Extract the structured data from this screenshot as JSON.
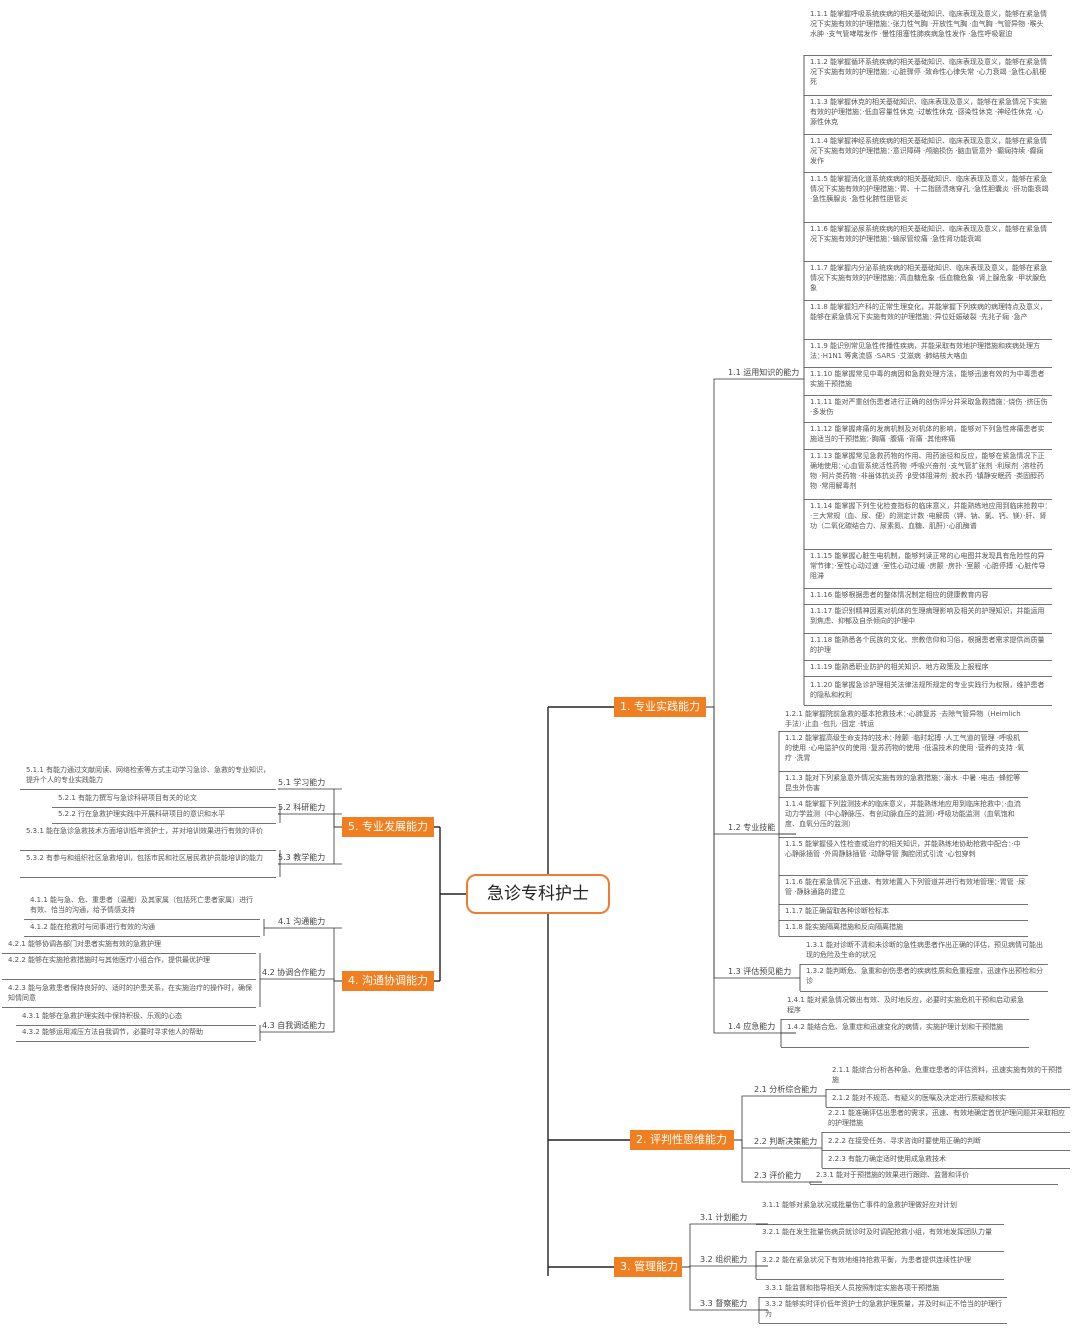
{
  "root": {
    "label": "急诊专科护士"
  },
  "branches": [
    {
      "label": "1. 专业实践能力",
      "children": [
        {
          "label": "1.1 运用知识的能力",
          "children": [
            "1.1.1 能掌握呼吸系统疾病的相关基础知识、临床表现及意义，能够在紧急情况下实施有效的护理措施：·张力性气胸 ·开放性气胸 ·血气胸 ·气管异物 ·喉头水肿 ·支气管哮喘发作 ·慢性阻塞性肺疾病急性发作 ·急性呼吸窘迫",
            "1.1.2 能掌握循环系统疾病的相关基础知识、临床表现及意义，能够在紧急情况下实施有效的护理措施：·心脏骤停 ·致命性心律失常 ·心力衰竭 ·急性心肌梗死",
            "1.1.3 能掌握休克的相关基础知识、临床表现及意义，能够在紧急情况下实施有效的护理措施：·低血容量性休克 ·过敏性休克 ·感染性休克 ·神经性休克 ·心源性休克",
            "1.1.4 能掌握神经系统疾病的相关基础知识、临床表现及意义，能够在紧急情况下实施有效的护理措施：·意识障碍 ·颅脑损伤 ·脑血管意外 ·癫痫持续 ·癫痫发作",
            "1.1.5 能掌握消化道系统疾病的相关基础知识、临床表现及意义，能够在紧急情况下实施有效的护理措施：·胃、十二指肠溃疡穿孔 ·急性胆囊炎 ·肝功能衰竭 ·急性胰腺炎 ·急性化脓性胆管炎",
            "1.1.6 能掌握泌尿系统疾病的相关基础知识、临床表现及意义，能够在紧急情况下实施有效的护理措施：·输尿管绞痛 ·急性肾功能衰竭",
            "1.1.7 能掌握内分泌系统疾病的相关基础知识、临床表现及意义，能够在紧急情况下实施有效的护理措施：·高血糖危象 ·低血糖危象 ·肾上腺危象 ·甲状腺危象",
            "1.1.8 能掌握妇产科的正常生理变化，并能掌握下列疾病的病理特点及意义，能够在紧急情况下实施有效的护理措施：·异位妊娠破裂 ·先兆子痫 ·急产",
            "1.1.9 能识别常见急性传播性疾病，并能采取有效地护理措施和疾病处理方法：·H1N1 等禽流感 ·SARS ·艾滋病 ·肺结核大咯血",
            "1.1.10 能掌握常见中毒的病因和急救处理方法，能够迅速有效的为中毒患者实施干预措施",
            "1.1.11 能对严重创伤患者进行正确的创伤评分并采取急救措施：·烧伤 ·挤压伤 ·多发伤",
            "1.1.12 能掌握疼痛的发病机制及对机体的影响，能够对下列急性疼痛患者实施适当的干预措施：·胸痛 ·腹痛 ·背痛 ·其他疼痛",
            "1.1.13 能掌握常见急救药物的作用、用药途径和反应，能够在紧急情况下正确地使用：·心血管系统活性药物 ·呼吸兴奋剂 ·支气管扩张剂 ·利尿剂 ·溶栓药物 ·阿片类药物 ·非甾体抗炎药 ·β受体阻滞剂 ·脱水药 ·镇静安眠药 ·类固醇药物 ·常用解毒剂",
            "1.1.14 能掌握下列生化检查指标的临床意义，并能熟练地应用到临床抢救中：·三大常规（血、尿、便）的测定计数 ·电解质（钾、钠、氯、钙、镁）·肝、肾功（二氧化碳结合力、尿素氮、血糖、肌酐）·心肌酶谱",
            "1.1.15 能掌握心脏生电机制，能够判读正常的心电图并发现具有危险性的异常节律：·室性心动过速 ·室性心动过缓 ·房颤 ·房扑 ·室颤 ·心脏停搏 ·心脏传导阻滞",
            "1.1.16 能够根据患者的整体情况制定相应的健康教育内容",
            "1.1.17 能识别精神因素对机体的生理病理影响及相关的护理知识，并能运用到焦虑、抑郁及自杀倾向的护理中",
            "1.1.18 能熟悉各个民族的文化、宗教信仰和习俗，根据患者需求提供尚质量的护理",
            "1.1.19 能熟悉职业防护的相关知识、地方政策及上报程序",
            "1.1.20 能掌握急诊护理相关法律法规所规定的专业实践行为权限，维护患者的隐私和权利"
          ]
        },
        {
          "label": "1.2 专业技能",
          "children": [
            "1.2.1 能掌握院前急救的基本抢救技术：·心肺复苏 ·去除气管异物（Heimlich 手法）·止血 ·包扎 ·固定 ·转运",
            "1.1.2 能掌握高级生命支持的技术：·除颤 ·临时起搏 ·人工气道的管理 ·呼吸机的使用 ·心电监护仪的使用 ·复苏药物的使用 ·低温技术的使用 ·营养的支持 ·氧疗 ·洗胃",
            "1.1.3 能对下列紧急意外情况实施有效的急救措施：·溺水 ·中暑 ·电击 ·蜂蛇等昆虫外伤害",
            "1.1.4 能掌握下列监测技术的临床意义，并能熟练地应用到临床抢救中：·血流动力学监测（中心静脉压、有创动脉血压的监测）·呼吸功能监测（血氧饱和度、血氧分压的监测）",
            "1.1.5 能掌握侵入性检查或治疗的相关知识，并能熟练地协助抢救中配合：·中心静脉插管 ·外周静脉插管 ·动静导管 胸腔闭式引流 ·心包穿刺",
            "1.1.6 能在紧急情况下迅速、有效地置入下列管道并进行有效地管理：·胃管 ·尿管 ·静脉通路的建立",
            "1.1.7 能正确留取各种诊断检标本",
            "1.1.8 能实施隔离措施和反向隔离措施"
          ]
        },
        {
          "label": "1.3 评估预见能力",
          "children": [
            "1.3.1 能对诊断不清和未诊断的急性病患者作出正确的评估，预见病情可能出现的危险及生命的状况",
            "1.3.2 能判断危、急重和创伤患者的疾病性质和危重程度，迅速作出预检和分诊"
          ]
        },
        {
          "label": "1.4 应急能力",
          "children": [
            "1.4.1 能对紧急情况做出有效、及时地反应，必要时实施危机干预和启动紧急程序",
            "1.4.2 能结合危、急重症和迅速变化的病情，实施护理计划和干预措施"
          ]
        }
      ]
    },
    {
      "label": "2. 评判性思维能力",
      "children": [
        {
          "label": "2.1 分析综合能力",
          "children": [
            "2.1.1 能综合分析各种急、危重症患者的评估资料，迅速实施有效的干预措施",
            "2.1.2 能对不规范、有疑义的医嘱及决定进行质疑和核实"
          ]
        },
        {
          "label": "2.2 判断决策能力",
          "children": [
            "2.2.1 能准确评估出患者的需求，迅速、有效地确定首优护理问题并采取相应的护理措施",
            "2.2.2 在接受任务、寻求咨询时要使用正确的判断",
            "2.2.3 有能力确定适时使用成急救技术"
          ]
        },
        {
          "label": "2.3 评价能力",
          "children": [
            "2.3.1 能对于预措施的效果进行跟踪、监督和评价"
          ]
        }
      ]
    },
    {
      "label": "3. 管理能力",
      "children": [
        {
          "label": "3.1 计划能力",
          "children": [
            "3.1.1 能够对紧急状况或批量伤亡事件的急救护理做好应对计划"
          ]
        },
        {
          "label": "3.2 组织能力",
          "children": [
            "3.2.1 能在发生批量伤病员就诊时及时调配抢救小组，有效地发挥团队力量",
            "3.2.2 能在紧急状况下有效地维持抢救平衡，为患者提供连续性护理"
          ]
        },
        {
          "label": "3.3 督察能力",
          "children": [
            "3.3.1 能监督和指导相关人员按照制定实施各项干预措施",
            "3.3.2 能够实时评价低年资护士的急救护理质量，并及时纠正不恰当的护理行为"
          ]
        }
      ]
    },
    {
      "label": "4. 沟通协调能力",
      "children": [
        {
          "label": "4.1 沟通能力",
          "children": [
            "4.1.1 能与急、危、重患者（温醒）及其家属（包括死亡患者家属）进行有效、恰当的沟通，给予情感支持",
            "4.1.2 能在抢救时与同事进行有效的沟通"
          ]
        },
        {
          "label": "4.2 协调合作能力",
          "children": [
            "4.2.1 能够协调各部门对患者实施有效的急救护理",
            "4.2.2 能够在实施抢救措施时与其他医疗小组合作，提供最优护理",
            "4.2.3 能与急救患者保持良好的、适时的护患关系，在实施治疗的操作时，确保知情同意"
          ]
        },
        {
          "label": "4.3 自我调适能力",
          "children": [
            "4.3.1 能够在急救护理实践中保持积极、乐观的心态",
            "4.3.2 能够运用减压方法自我调节，必要时寻求他人的帮助"
          ]
        }
      ]
    },
    {
      "label": "5. 专业发展能力",
      "children": [
        {
          "label": "5.1 学习能力",
          "children": [
            "5.1.1 有能力通过文献阅读、网络检索等方式主动学习急诊、急救的专业知识，提升个人的专业实践能力"
          ]
        },
        {
          "label": "5.2 科研能力",
          "children": [
            "5.2.1 有能力撰写与急诊科研项目有关的论文",
            "5.2.2 行在急救护理实践中开展科研项目的意识和水平"
          ]
        },
        {
          "label": "5.3 教学能力",
          "children": [
            "5.3.1 能在急诊急救技术方面培训低年资护士，并对培训效果进行有效的评价",
            "5.3.2 有参与和组织社区急救培训，包括市民和社区居民救护员能培训的能力"
          ]
        }
      ]
    }
  ]
}
